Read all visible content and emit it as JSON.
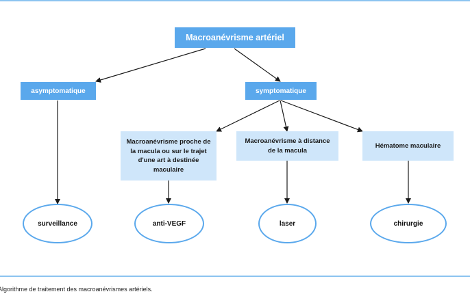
{
  "colors": {
    "accent_dark": "#5aa8ec",
    "accent_light": "#cfe6fa",
    "line": "#1a1a1a",
    "rule": "#8cc4f0"
  },
  "diagram": {
    "root": "Macroanévrisme artériel",
    "asymptomatic": "asymptomatique",
    "symptomatic": "symptomatique",
    "options": [
      "Macroanévrisme proche de la macula ou sur le trajet d'une art à destinée maculaire",
      "Macroanévrisme à distance de la macula",
      "Hématome maculaire"
    ],
    "treatments": [
      "surveillance",
      "anti-VEGF",
      "laser",
      "chirurgie"
    ]
  },
  "caption": "Algorithme de traitement des macroanévrismes artériels."
}
